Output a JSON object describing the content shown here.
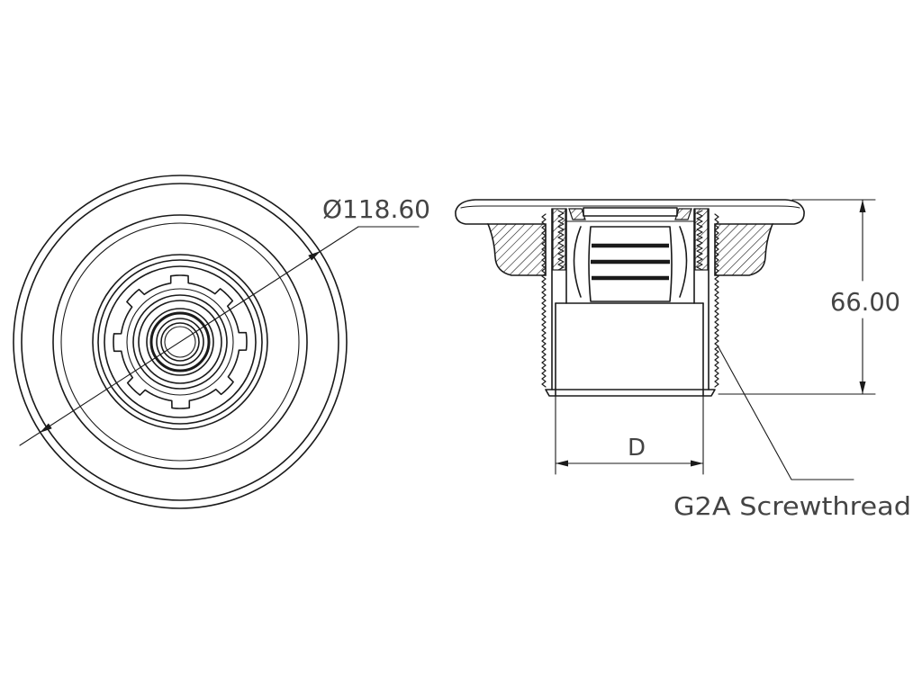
{
  "colors": {
    "line": "#1a1a1a",
    "text": "#444444",
    "background": "#ffffff"
  },
  "front_view": {
    "diameter_label": "Ø118.60"
  },
  "side_view": {
    "height_label": "66.00",
    "bore_label": "D",
    "thread_label": "G2A Screwthread"
  }
}
